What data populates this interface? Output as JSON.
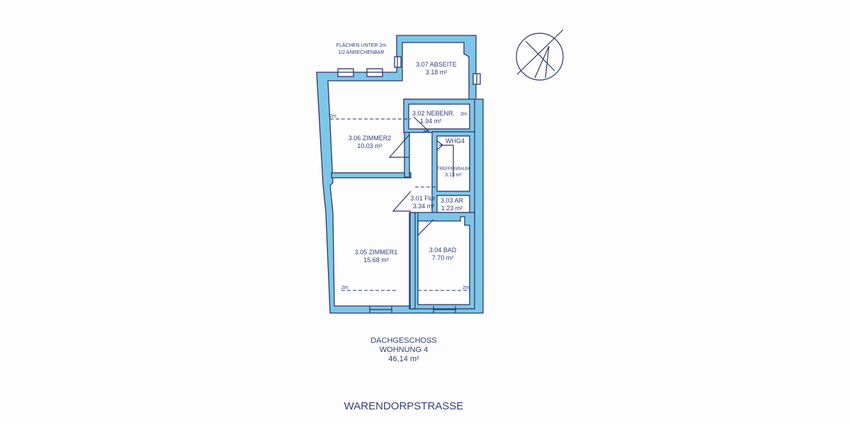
{
  "note": {
    "line1": "FLÄCHEN UNTER 2m",
    "line2": "1/2 ANRECHENBAR"
  },
  "rooms": [
    {
      "id": "3.07",
      "name": "ABSEITE",
      "area": "3.18 m²"
    },
    {
      "id": "3.02",
      "name": "NEBENR.",
      "area": "1.94 m²"
    },
    {
      "id": "3.06",
      "name": "ZIMMER2",
      "area": "10.03 m²"
    },
    {
      "id": "3.01",
      "name": "Flur",
      "area": "3.34 m²"
    },
    {
      "id": "3.03",
      "name": "AR",
      "area": "1.23 m²"
    },
    {
      "id": "3.05",
      "name": "ZIMMER1",
      "area": "15.68 m²"
    },
    {
      "id": "3.04",
      "name": "BAD",
      "area": "7.70 m²"
    }
  ],
  "labels": {
    "stair": "TREPPENRAUM",
    "stair_area": "3.13 m²",
    "unit_marker": "WHG4",
    "height_mark": "2m"
  },
  "summary": {
    "floor": "DACHGESCHOSS",
    "unit": "WOHNUNG 4",
    "total": "46,14 m²"
  },
  "street": "WARENDORPSTRASSE",
  "colors": {
    "wall": "#7ec6e8",
    "line": "#2c3766",
    "text": "#34407a"
  },
  "icons": {
    "compass": "north-arrow-icon"
  }
}
